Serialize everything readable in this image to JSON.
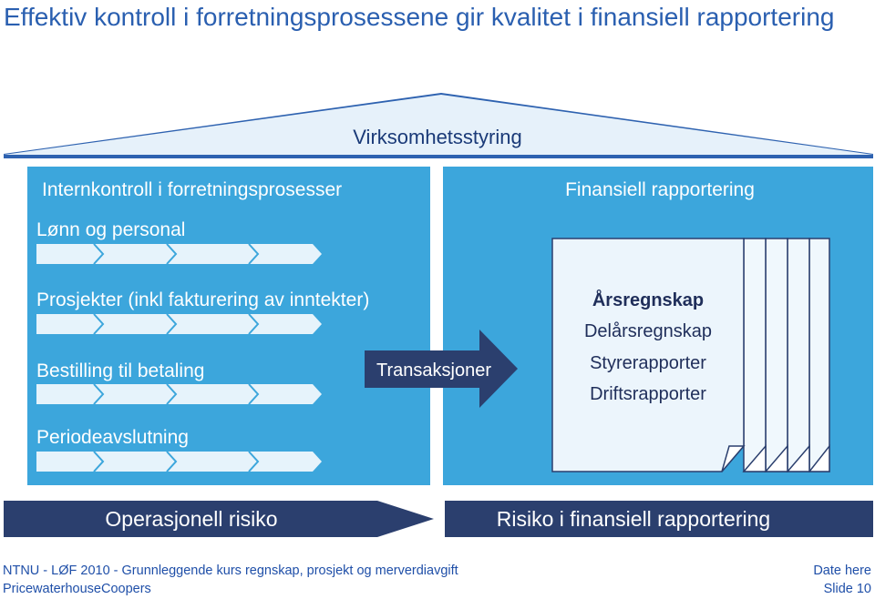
{
  "title": "Effektiv kontroll i forretningsprosessene gir kvalitet i finansiell rapportering",
  "roof": {
    "label": "Virksomhetsstyring"
  },
  "left_panel": {
    "heading": "Internkontroll i forretningsprosesser",
    "processes": [
      "Lønn og personal",
      "Prosjekter (inkl fakturering av inntekter)",
      "Bestilling til betaling",
      "Periodeavslutning"
    ]
  },
  "arrow": {
    "label": "Transaksjoner"
  },
  "right_panel": {
    "heading": "Finansiell rapportering",
    "reports": [
      "Årsregnskap",
      "Delårsregnskap",
      "Styrerapporter",
      "Driftsrapporter"
    ]
  },
  "risks": {
    "left": "Operasjonell risiko",
    "right": "Risiko i finansiell rapportering"
  },
  "footer": {
    "course": "NTNU - LØF 2010 - Grunnleggende kurs regnskap, prosjekt og merverdiavgift",
    "company": "PricewaterhouseCoopers",
    "date": "Date here",
    "slide": "Slide 10"
  },
  "colors": {
    "title": "#2a5fb0",
    "roof": "#2e62b0",
    "panel": "#3ca6dc",
    "dark": "#2b3f6e",
    "paper": "#e9f4fb"
  }
}
